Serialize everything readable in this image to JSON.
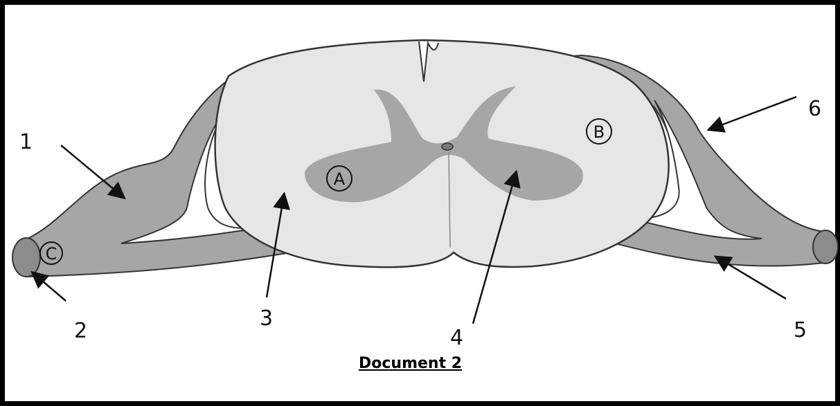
{
  "diagram": {
    "labels": {
      "l1": "1",
      "l2": "2",
      "l3": "3",
      "l4": "4",
      "l5": "5",
      "l6": "6",
      "zoneA": "A",
      "zoneB": "B",
      "zoneC": "C"
    },
    "caption": "Document 2",
    "colors": {
      "grey_matter": "#a6a6a6",
      "white_matter": "#e6e6e6",
      "outline": "#333333",
      "nerve_end": "#8c8c8c"
    }
  }
}
